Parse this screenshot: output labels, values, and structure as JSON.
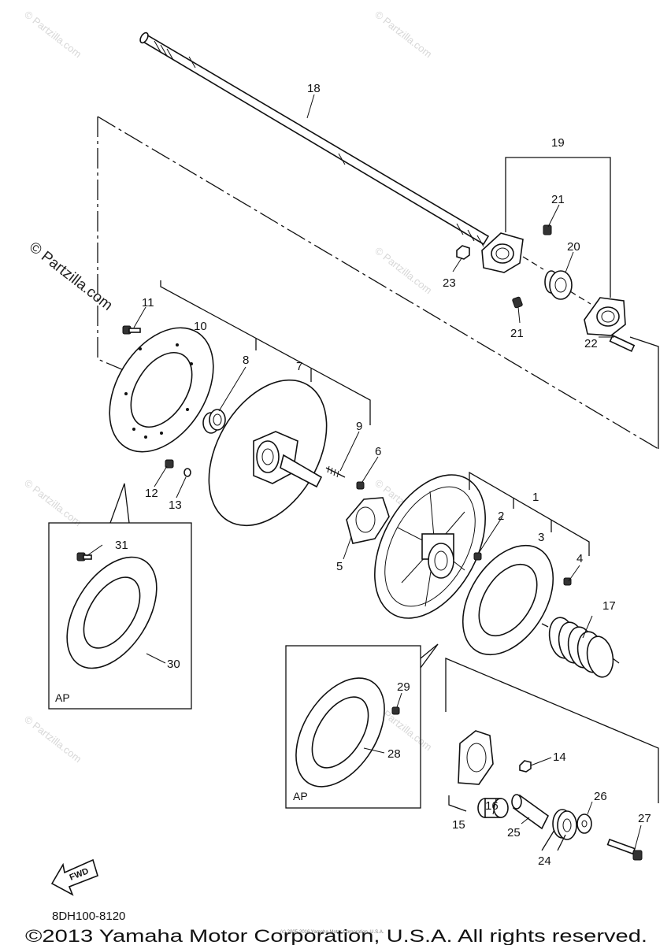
{
  "watermark": {
    "text": "© Partzilla.com"
  },
  "diagram": {
    "code": "8DH100-8120",
    "inset_label": "AP",
    "fwd_label": "FWD",
    "callouts": [
      "1",
      "2",
      "3",
      "4",
      "5",
      "6",
      "7",
      "8",
      "9",
      "10",
      "11",
      "12",
      "13",
      "14",
      "15",
      "16",
      "17",
      "18",
      "19",
      "20",
      "21",
      "22",
      "23",
      "24",
      "25",
      "26",
      "27",
      "28",
      "29",
      "30",
      "31"
    ]
  },
  "footer": {
    "copyright": "©2013 Yamaha Motor Corporation, U.S.A. All rights reserved.",
    "small_print": "(c) 2005-2016 Yamaha Motor Corporation, U.S.A."
  }
}
